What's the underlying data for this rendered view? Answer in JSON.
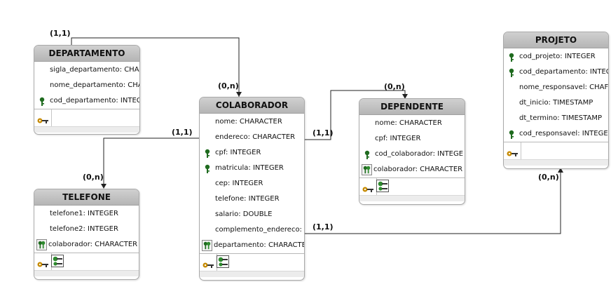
{
  "entities": {
    "departamento": {
      "title": "DEPARTAMENTO",
      "attrs": [
        {
          "text": "sigla_departamento: CHAR",
          "key": false
        },
        {
          "text": "nome_departamento: CHA",
          "key": false
        },
        {
          "text": "cod_departamento: INTEGE",
          "key": true
        }
      ]
    },
    "colaborador": {
      "title": "COLABORADOR",
      "attrs": [
        {
          "text": "nome: CHARACTER",
          "key": false
        },
        {
          "text": "endereco: CHARACTER",
          "key": false
        },
        {
          "text": "cpf: INTEGER",
          "key": true
        },
        {
          "text": "matricula: INTEGER",
          "key": true
        },
        {
          "text": "cep: INTEGER",
          "key": false
        },
        {
          "text": "telefone: INTEGER",
          "key": false
        },
        {
          "text": "salario: DOUBLE",
          "key": false
        },
        {
          "text": "complemento_endereco: (",
          "key": false
        },
        {
          "text": "departamento: CHARACTE",
          "fk": true
        }
      ]
    },
    "dependente": {
      "title": "DEPENDENTE",
      "attrs": [
        {
          "text": "nome: CHARACTER",
          "key": false
        },
        {
          "text": "cpf: INTEGER",
          "key": false
        },
        {
          "text": "cod_colaborador: INTEGE",
          "key": true
        },
        {
          "text": "colaborador: CHARACTER",
          "fk": true
        }
      ]
    },
    "telefone": {
      "title": "TELEFONE",
      "attrs": [
        {
          "text": "telefone1: INTEGER",
          "key": false
        },
        {
          "text": "telefone2: INTEGER",
          "key": false
        },
        {
          "text": "colaborador: CHARACTER",
          "fk": true
        }
      ]
    },
    "projeto": {
      "title": "PROJETO",
      "attrs": [
        {
          "text": "cod_projeto: INTEGER",
          "key": true
        },
        {
          "text": "cod_departamento: INTEG",
          "key": true
        },
        {
          "text": "nome_responsavel: CHAF",
          "key": false
        },
        {
          "text": "dt_inicio: TIMESTAMP",
          "key": false
        },
        {
          "text": "dt_termino: TIMESTAMP",
          "key": false
        },
        {
          "text": "cod_responsavel: INTEGE",
          "key": true
        }
      ]
    }
  },
  "cardinalities": {
    "dep_src": "(1,1)",
    "dep_dst": "(0,n)",
    "tel_src": "(1,1)",
    "tel_dst": "(0,n)",
    "dpd_src": "(1,1)",
    "dpd_dst": "(0,n)",
    "prj_src": "(1,1)",
    "prj_dst": "(0,n)"
  },
  "colors": {
    "header_top": "#d0d0d0",
    "header_bottom": "#b5b5b5",
    "key_green": "#1f6b1f",
    "fk_green": "#2e8b2e",
    "pk_orange": "#c68a00",
    "line": "#222222"
  },
  "icons": {
    "pk": "key-icon",
    "fk": "foreign-key-icon"
  }
}
